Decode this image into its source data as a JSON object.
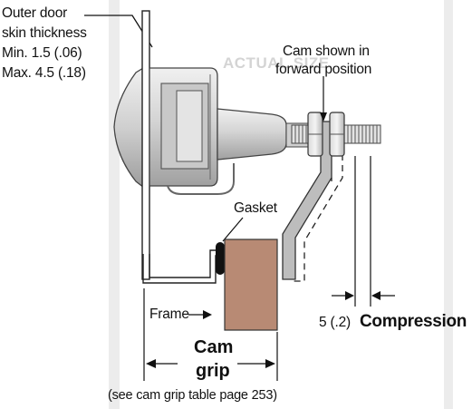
{
  "labels": {
    "outer_door_line1": "Outer door",
    "outer_door_line2": "skin thickness",
    "min": "Min. 1.5 (.06)",
    "max": "Max. 4.5 (.18)",
    "watermark": "ACTUAL SIZE",
    "cam_line1": "Cam shown in",
    "cam_line2": "forward position",
    "gasket": "Gasket",
    "frame": "Frame",
    "cam_grip_line1": "Cam",
    "cam_grip_line2": "grip",
    "cam_grip_note": "(see cam grip table page 253)",
    "compression_value": "5 (.2)",
    "compression_word": "Compression"
  },
  "colors": {
    "gasket_block": "#b88a74",
    "gasket_ring": "#111111",
    "background_bars": "#e9e9e9",
    "metal_light": "#e6e6e6",
    "metal_mid": "#bdbdbd",
    "metal_dark": "#8a8a8a",
    "watermark": "#cfcfcf"
  }
}
